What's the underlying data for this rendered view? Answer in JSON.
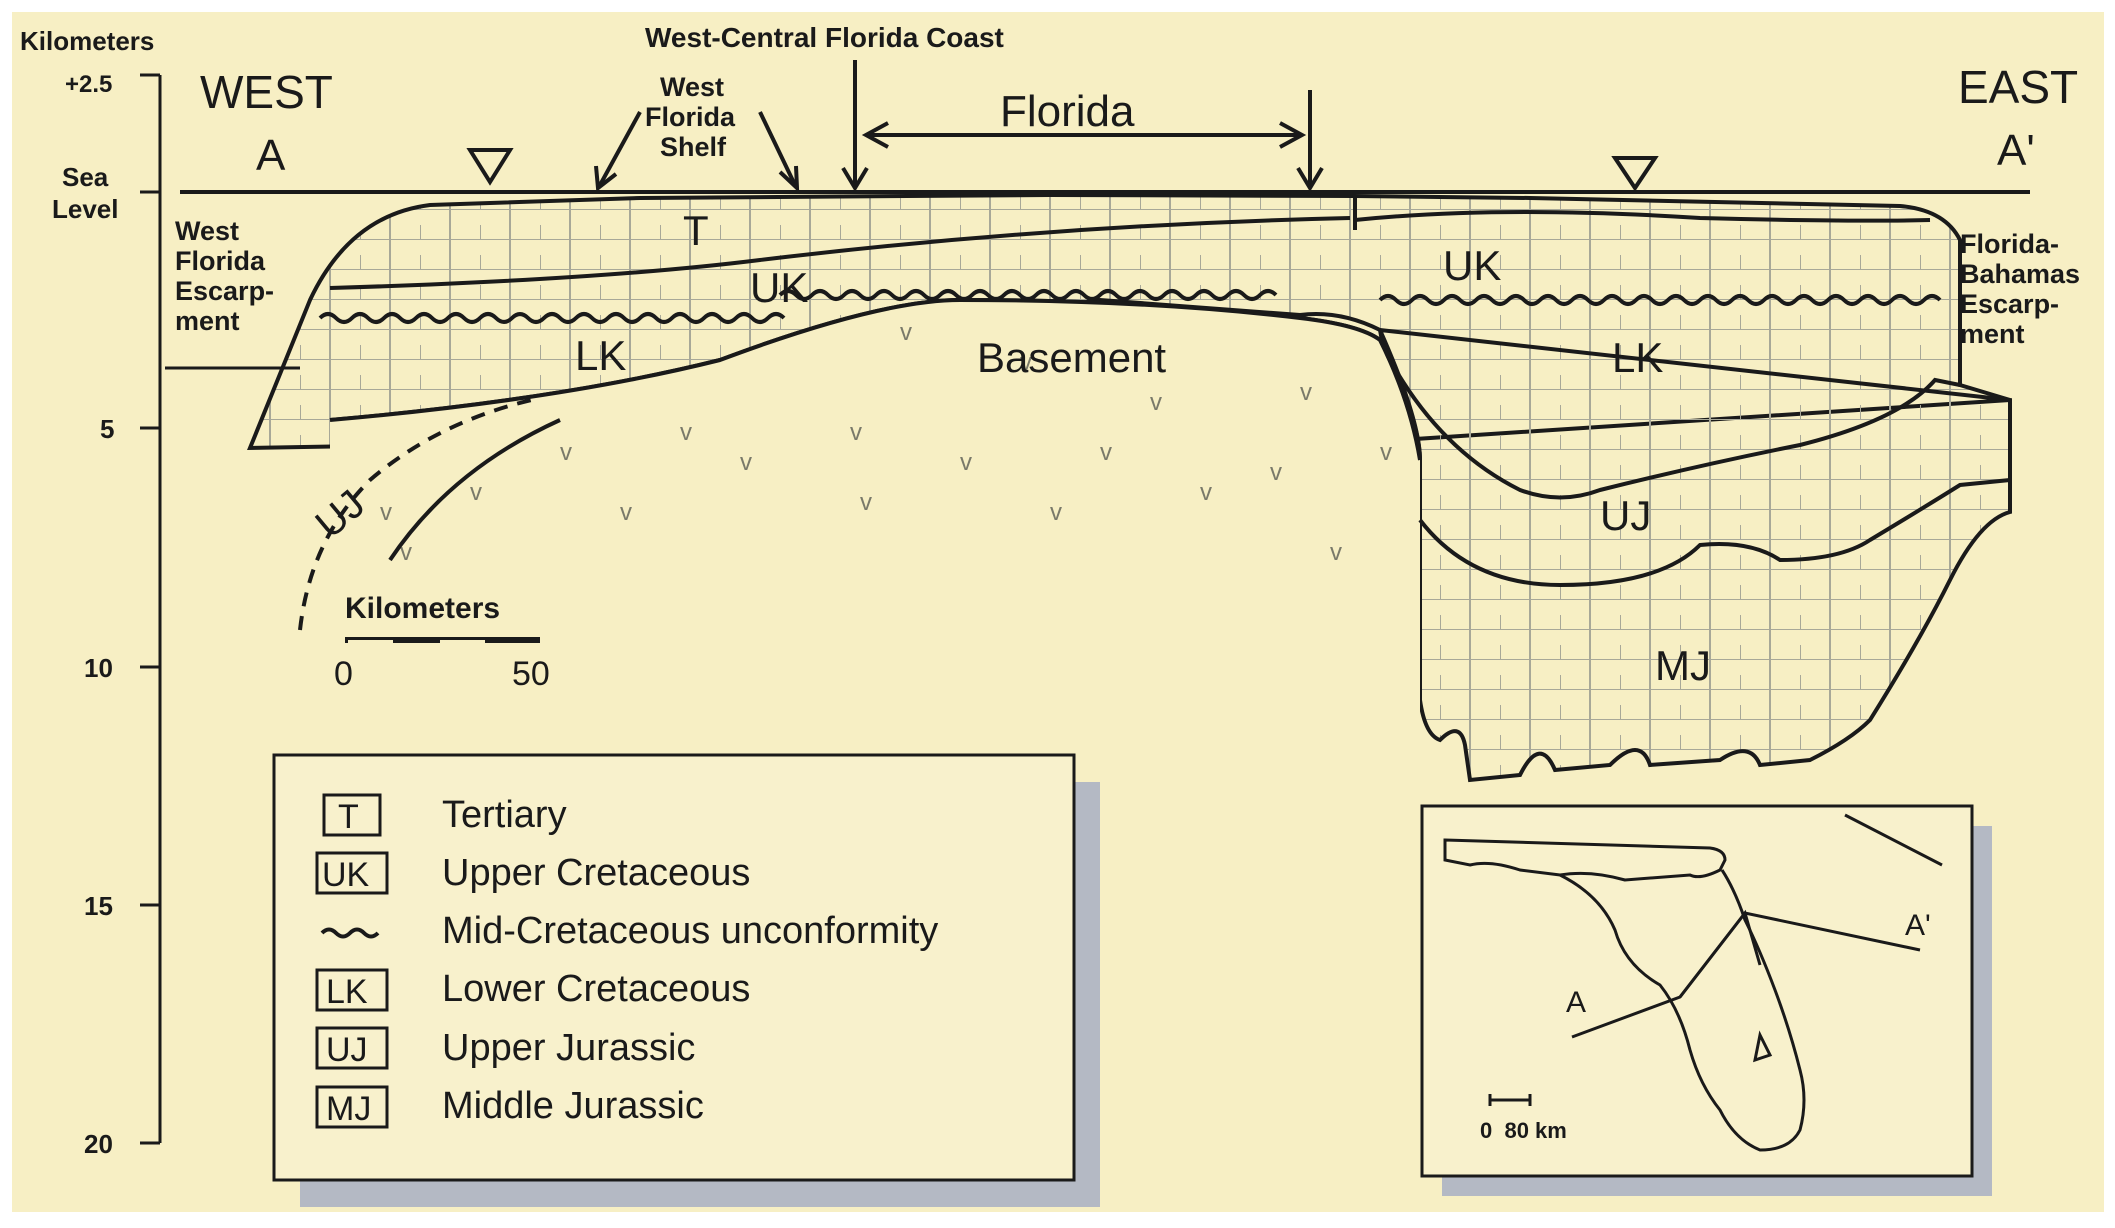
{
  "colors": {
    "background": "#f7efc4",
    "ink": "#1a1a1a",
    "shadow": "#b4b9c4",
    "box_fill": "#f8f1cc"
  },
  "axis": {
    "title": "Kilometers",
    "top_label": "+2.5",
    "sea_level_lines": [
      "Sea",
      "Level"
    ],
    "ticks": [
      "5",
      "10",
      "15",
      "20"
    ]
  },
  "header": {
    "west": "WEST",
    "east": "EAST",
    "point_a": "A",
    "point_a_prime": "A'",
    "coast": "West-Central Florida Coast",
    "florida": "Florida",
    "shelf_lines": [
      "West",
      "Florida",
      "Shelf"
    ]
  },
  "side_labels": {
    "west_escarpment": [
      "West",
      "Florida",
      "Escarp-",
      "ment"
    ],
    "east_escarpment": [
      "Florida-",
      "Bahamas",
      "Escarp-",
      "ment"
    ]
  },
  "units": {
    "T": "T",
    "UK": "UK",
    "LK": "LK",
    "UJ": "UJ",
    "MJ": "MJ",
    "basement": "Basement"
  },
  "scale_bar": {
    "title": "Kilometers",
    "start": "0",
    "end": "50"
  },
  "legend": [
    {
      "symbol": "T",
      "label": "Tertiary"
    },
    {
      "symbol": "UK",
      "label": "Upper Cretaceous"
    },
    {
      "symbol": "wavy",
      "label": "Mid-Cretaceous unconformity"
    },
    {
      "symbol": "LK",
      "label": "Lower Cretaceous"
    },
    {
      "symbol": "UJ",
      "label": "Upper Jurassic"
    },
    {
      "symbol": "MJ",
      "label": "Middle Jurassic"
    }
  ],
  "inset": {
    "a": "A",
    "a_prime": "A'",
    "scale": "0  80 km"
  }
}
